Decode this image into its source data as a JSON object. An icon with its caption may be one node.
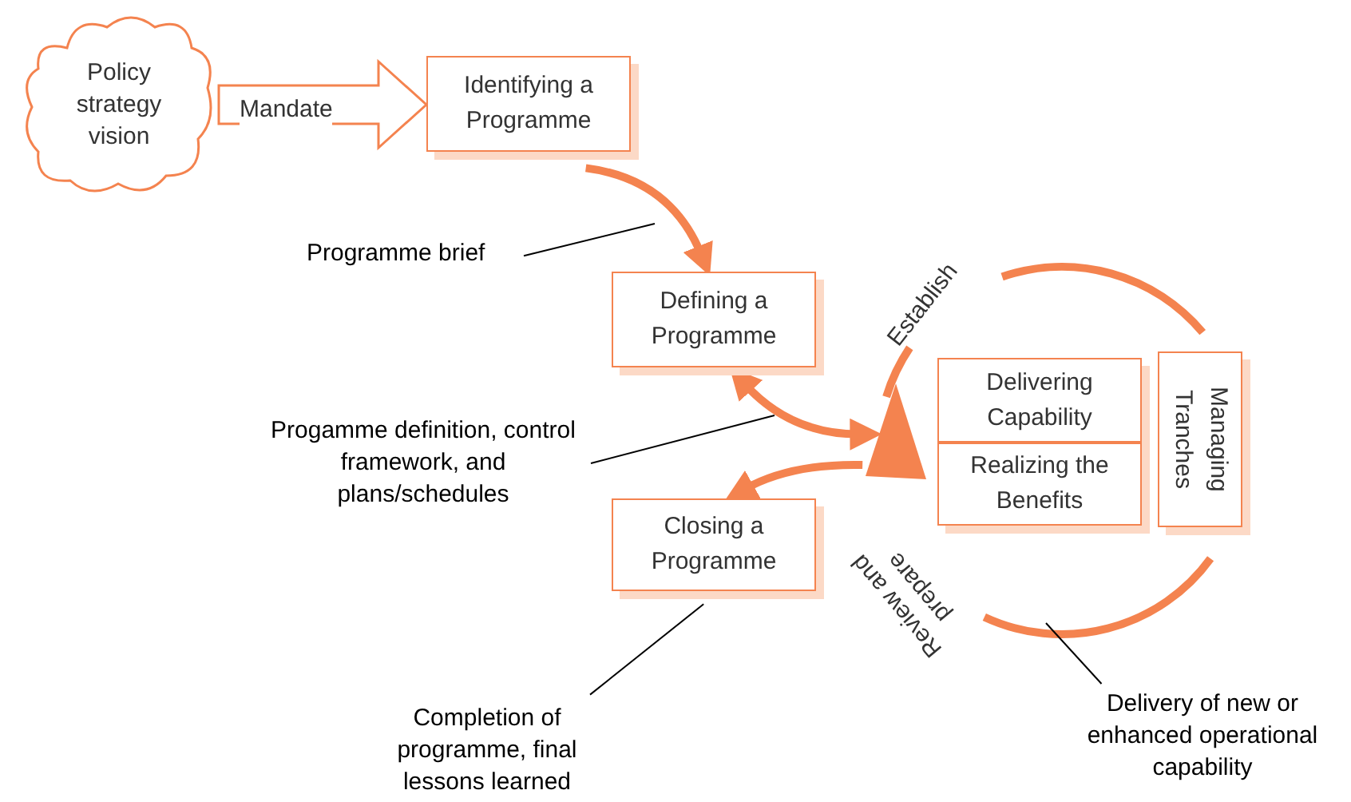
{
  "diagram": {
    "nodes": [
      {
        "text": [
          "Policy strategy vision"
        ]
      },
      {
        "text": [
          "Identifying a Programme"
        ]
      },
      {
        "text": [
          "Defining a Programme"
        ]
      },
      {
        "text": [
          "Closing a Programme"
        ]
      },
      {
        "text": [
          "Delivering Capability"
        ]
      },
      {
        "text": [
          "Realizing the Benefits"
        ]
      },
      {
        "text": [
          "Managing Tranches"
        ]
      },
      {
        "text": [],
        "shape": "triangle"
      },
      {
        "text": [
          "Programme brief"
        ]
      },
      {
        "text": [
          "Progamme definition, control framework, and plans/schedules"
        ]
      },
      {
        "text": [
          "Completion of programme, final lessons learned"
        ]
      },
      {
        "text": [
          "Delivery of new or enhanced operational capability"
        ]
      }
    ],
    "edges": [
      {
        "from": 0,
        "to": 1,
        "arrow": "to",
        "label": "Mandate",
        "style": "thick",
        "color": "#f4834f"
      },
      {
        "from": 1,
        "to": 2,
        "arrow": "to",
        "style": "thick",
        "color": "#f4834f"
      },
      {
        "from": 2,
        "to": 7,
        "arrow": "both",
        "style": "thick",
        "color": "#f4834f"
      },
      {
        "from": 7,
        "to": 3,
        "arrow": "to",
        "style": "thick",
        "color": "#f4834f"
      },
      {
        "from": 8,
        "to": null,
        "arrow": "none"
      },
      {
        "from": 9,
        "to": null,
        "arrow": "none"
      },
      {
        "from": 10,
        "to": 3,
        "arrow": "none"
      },
      {
        "from": 11,
        "to": null,
        "arrow": "none"
      }
    ],
    "labels": [
      "Establish",
      "Review and prepare"
    ]
  }
}
